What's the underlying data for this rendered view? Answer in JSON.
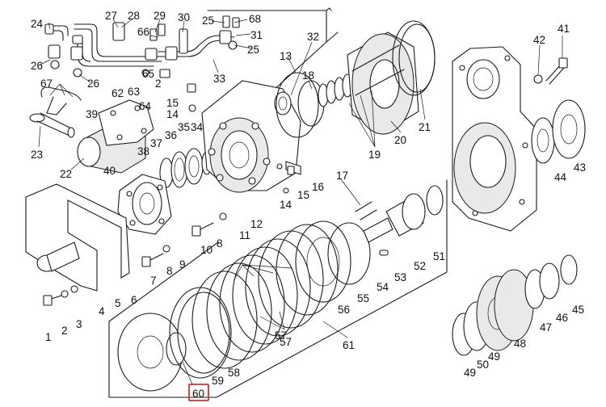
{
  "diagram": {
    "highlight_color": "#d32f2f",
    "highlighted_callout": "60",
    "callouts": [
      "1",
      "2",
      "3",
      "4",
      "5",
      "6",
      "7",
      "8",
      "8",
      "9",
      "10",
      "11",
      "12",
      "13",
      "14",
      "14",
      "15",
      "15",
      "16",
      "17",
      "18",
      "19",
      "20",
      "21",
      "22",
      "23",
      "24",
      "25",
      "25",
      "26",
      "26",
      "27",
      "28",
      "29",
      "2",
      "30",
      "31",
      "32",
      "33",
      "34",
      "35",
      "36",
      "37",
      "38",
      "39",
      "40",
      "41",
      "42",
      "43",
      "44",
      "45",
      "46",
      "47",
      "48",
      "49",
      "49",
      "50",
      "51",
      "52",
      "53",
      "54",
      "55",
      "56",
      "57",
      "57",
      "58",
      "59",
      "60",
      "61",
      "62",
      "63",
      "64",
      "65",
      "66",
      "67",
      "68"
    ]
  }
}
